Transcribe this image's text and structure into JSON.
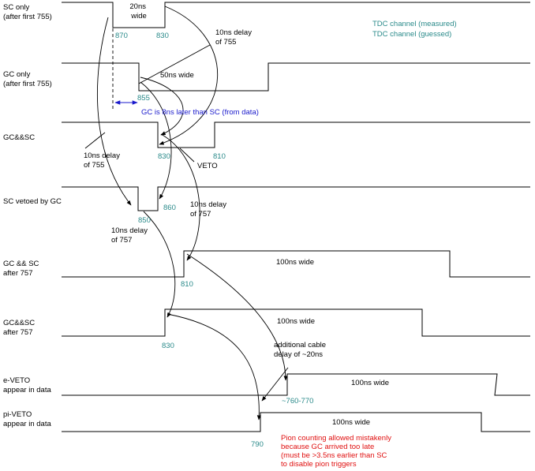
{
  "legend": {
    "measured": "TDC channel (measured)",
    "guessed": "TDC channel (guessed)"
  },
  "colors": {
    "tdc": "#2a8a8a",
    "blue_note": "#1a1acc",
    "red_note": "#e01010"
  },
  "signals": [
    {
      "id": "sc-only",
      "label": [
        "SC only",
        "(after first 755)"
      ]
    },
    {
      "id": "gc-only",
      "label": [
        "GC only",
        "(after first 755)"
      ]
    },
    {
      "id": "gc-and-sc",
      "label": [
        "GC&&SC"
      ]
    },
    {
      "id": "sc-vetoed",
      "label": [
        "SC vetoed by GC"
      ]
    },
    {
      "id": "gc-sc-757-a",
      "label": [
        "GC && SC",
        "after 757"
      ]
    },
    {
      "id": "gc-sc-757-b",
      "label": [
        "GC&&SC",
        "after 757"
      ]
    },
    {
      "id": "e-veto",
      "label": [
        "e-VETO",
        "appear in data"
      ]
    },
    {
      "id": "pi-veto",
      "label": [
        "pi-VETO",
        "appear in data"
      ]
    }
  ],
  "pulse_labels": {
    "sc_width": [
      "20ns",
      "wide"
    ],
    "gc_width": "50ns wide",
    "veto": "VETO",
    "w100_a": "100ns wide",
    "w100_b": "100ns wide",
    "w100_c": "100ns wide",
    "w100_d": "100ns wide"
  },
  "tdc_values": {
    "v870": "870",
    "v830a": "830",
    "v855": "855",
    "v830b": "830",
    "v810a": "810",
    "v850": "850",
    "v860": "860",
    "v810b": "810",
    "v830c": "830",
    "v760": "~760-770",
    "v790": "790"
  },
  "annotations": {
    "delay755_a": [
      "10ns delay",
      "of 755"
    ],
    "delay755_b": [
      "10ns delay",
      "of 755"
    ],
    "delay757_a": [
      "10ns delay",
      "of 757"
    ],
    "delay757_b": [
      "10ns delay",
      "of 757"
    ],
    "gc_later": "GC is 8ns later than SC (from data)",
    "cable": [
      "additional cable",
      "delay of ~20ns"
    ],
    "pion_note": [
      "Pion counting allowed mistakenly",
      "because GC arrived too late",
      "(must be >3.5ns earlier than SC",
      "to disable pion triggers"
    ]
  }
}
